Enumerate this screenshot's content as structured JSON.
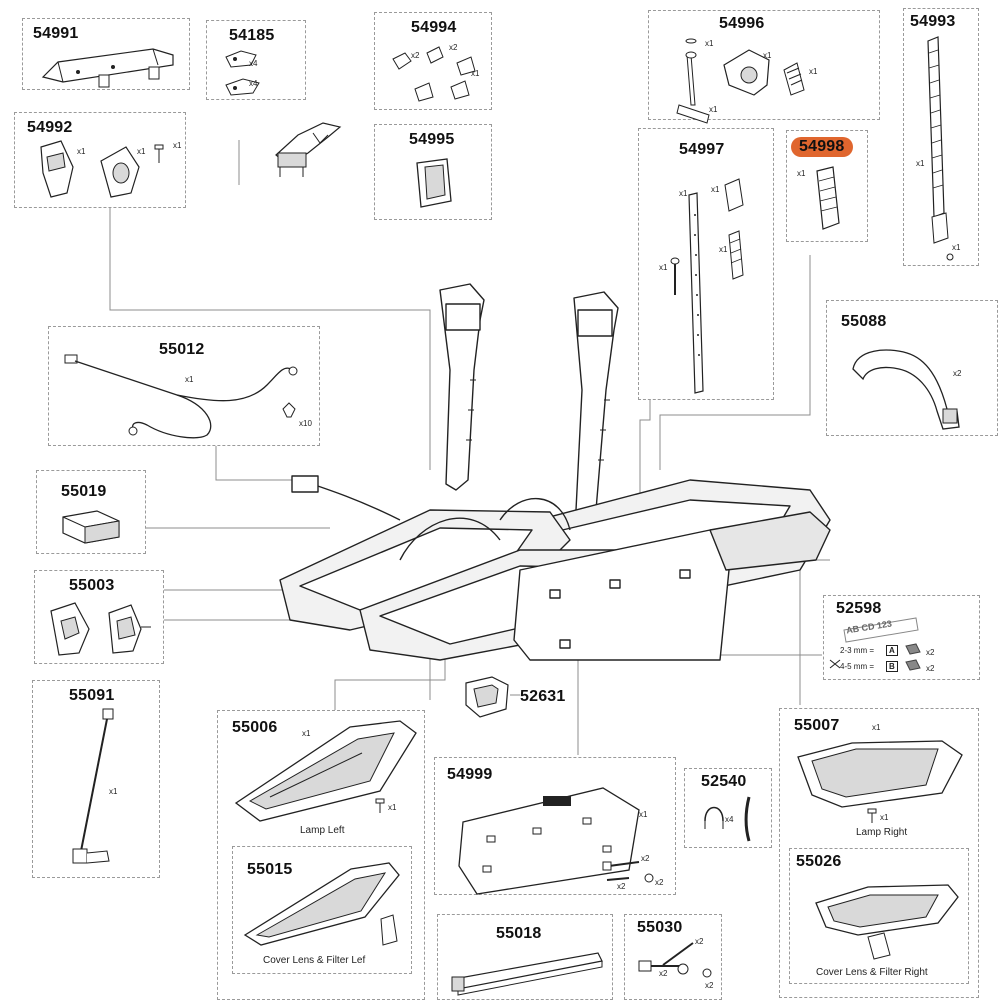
{
  "parts": {
    "p54991": {
      "number": "54991"
    },
    "p54185": {
      "number": "54185",
      "qty_a": "x4",
      "qty_b": "x4"
    },
    "p54994": {
      "number": "54994",
      "qty_a": "x2",
      "qty_b": "x2",
      "qty_c": "x1"
    },
    "p54995": {
      "number": "54995"
    },
    "p54996": {
      "number": "54996",
      "qty_a": "x1",
      "qty_b": "x1",
      "qty_c": "x1",
      "qty_d": "x1"
    },
    "p54993": {
      "number": "54993",
      "qty_a": "x1",
      "qty_b": "x1"
    },
    "p54992": {
      "number": "54992",
      "qty_a": "x1",
      "qty_b": "x1",
      "qty_c": "x1"
    },
    "p54997": {
      "number": "54997",
      "qty_a": "x1",
      "qty_b": "x1",
      "qty_c": "x1",
      "qty_d": "x1"
    },
    "p54998": {
      "number": "54998",
      "qty_a": "x1",
      "highlighted": true,
      "highlight_color": "#e0662e"
    },
    "p55088": {
      "number": "55088",
      "qty_a": "x2"
    },
    "p55012": {
      "number": "55012",
      "qty_a": "x1",
      "qty_b": "x10"
    },
    "p55019": {
      "number": "55019"
    },
    "p55003": {
      "number": "55003"
    },
    "p52598": {
      "number": "52598",
      "plate": "AB CD 123",
      "line_a": "2-3 mm =",
      "key_a": "A",
      "qty_a": "x2",
      "line_b": "4-5 mm =",
      "key_b": "B",
      "qty_b": "x2"
    },
    "p55091": {
      "number": "55091",
      "qty_a": "x1"
    },
    "p52631": {
      "number": "52631"
    },
    "p55006": {
      "number": "55006",
      "qty_a": "x1",
      "qty_b": "x1",
      "caption": "Lamp Left"
    },
    "p55015": {
      "number": "55015",
      "caption": "Cover Lens & Filter Lef"
    },
    "p54999": {
      "number": "54999",
      "qty_a": "x1",
      "qty_b": "x2",
      "qty_c": "x2",
      "qty_d": "x2"
    },
    "p52540": {
      "number": "52540",
      "qty_a": "x4"
    },
    "p55007": {
      "number": "55007",
      "qty_a": "x1",
      "qty_b": "x1",
      "caption": "Lamp Right"
    },
    "p55026": {
      "number": "55026",
      "caption": "Cover Lens & Filter Right"
    },
    "p55018": {
      "number": "55018"
    },
    "p55030": {
      "number": "55030",
      "qty_a": "x2",
      "qty_b": "x2",
      "qty_c": "x2"
    }
  },
  "colors": {
    "outline": "#222222",
    "fill": "#ffffff",
    "shade": "#d9d9d9",
    "leader": "#8c8c8c",
    "box_border": "#9a9a9a"
  }
}
